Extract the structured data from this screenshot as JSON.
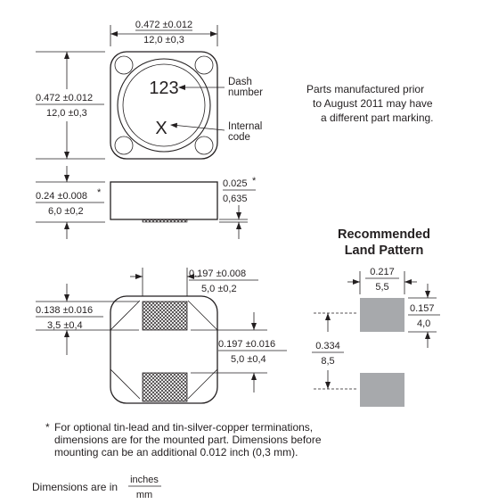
{
  "top_view": {
    "width_in": "0.472 ±0.012",
    "width_mm": "12,0 ±0,3",
    "height_in": "0.472 ±0.012",
    "height_mm": "12,0 ±0,3",
    "dash_number_text": "123",
    "dash_label_line1": "Dash",
    "dash_label_line2": "number",
    "internal_code_text": "X",
    "internal_label_line1": "Internal",
    "internal_label_line2": "code"
  },
  "marking_note": {
    "line1": "Parts manufactured prior",
    "line2": "to August 2011 may have",
    "line3": "a different part marking."
  },
  "side_view": {
    "height_in": "0.24 ±0.008",
    "height_star": "*",
    "height_mm": "6,0 ±0,2",
    "standoff_in": "0.025",
    "standoff_star": "*",
    "standoff_mm": "0,635"
  },
  "bottom_view": {
    "terminal_width_in": "0.197 ±0.008",
    "terminal_width_mm": "5,0 ±0,2",
    "terminal_height_in": "0.138 ±0.016",
    "terminal_height_mm": "3,5 ±0,4",
    "terminal_gap_in": "0.197 ±0.016",
    "terminal_gap_mm": "5,0 ±0,4"
  },
  "land_pattern": {
    "title_line1": "Recommended",
    "title_line2": "Land Pattern",
    "pad_width_in": "0.217",
    "pad_width_mm": "5,5",
    "pad_height_in": "0.157",
    "pad_height_mm": "4,0",
    "total_in": "0.334",
    "total_mm": "8,5"
  },
  "footnote": {
    "star": "*",
    "line1": "For optional tin-lead and tin-silver-copper terminations,",
    "line2": "dimensions are for the mounted part. Dimensions before",
    "line3": "mounting can be an additional 0.012 inch (0,3 mm)."
  },
  "units": {
    "prefix": "Dimensions are in",
    "numerator": "inches",
    "denominator": "mm"
  }
}
